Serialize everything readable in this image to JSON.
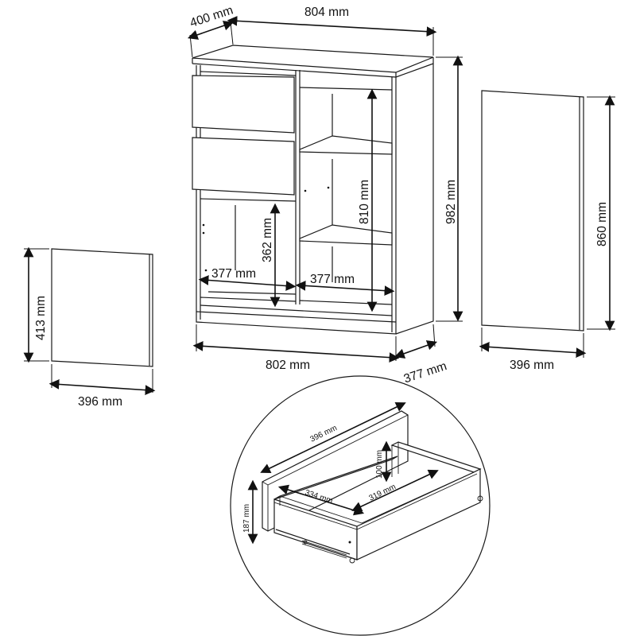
{
  "cabinet": {
    "depth_top": "400 mm",
    "width_top": "804 mm",
    "width_bottom": "802 mm",
    "depth_bottom": "377 mm",
    "height_total": "982 mm",
    "height_inner": "810 mm",
    "compartment_height": "362 mm",
    "compartment_width_left": "377 mm",
    "compartment_width_right": "377 mm"
  },
  "left_panel": {
    "height": "413 mm",
    "width": "396 mm"
  },
  "right_panel": {
    "height": "860 mm",
    "width": "396 mm"
  },
  "drawer": {
    "width": "396 mm",
    "height": "100 mm",
    "front_height": "187 mm",
    "inner_depth": "334 mm",
    "inner_width": "319 mm"
  }
}
